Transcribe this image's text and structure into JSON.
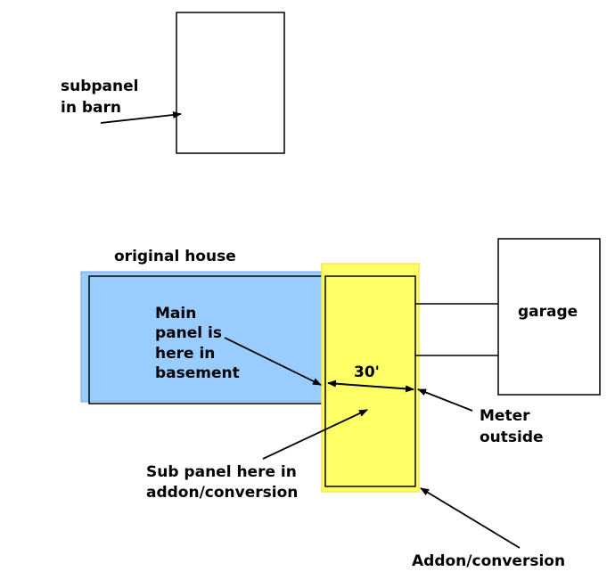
{
  "labels": {
    "subpanel_barn_line1": "subpanel",
    "subpanel_barn_line2": "in barn",
    "original_house": "original house",
    "garage": "garage",
    "main_panel_line1": "Main",
    "main_panel_line2": "panel is",
    "main_panel_line3": "here in",
    "main_panel_line4": "basement",
    "distance": "30'",
    "meter_line1": "Meter",
    "meter_line2": "outside",
    "subpanel_addon_line1": "Sub panel here in",
    "subpanel_addon_line2": "addon/conversion",
    "addon": "Addon/conversion"
  },
  "colors": {
    "house_fill": "#99ccff",
    "addon_fill": "#ffff66",
    "addon_border": "#ffe34d",
    "stroke": "#000000"
  }
}
